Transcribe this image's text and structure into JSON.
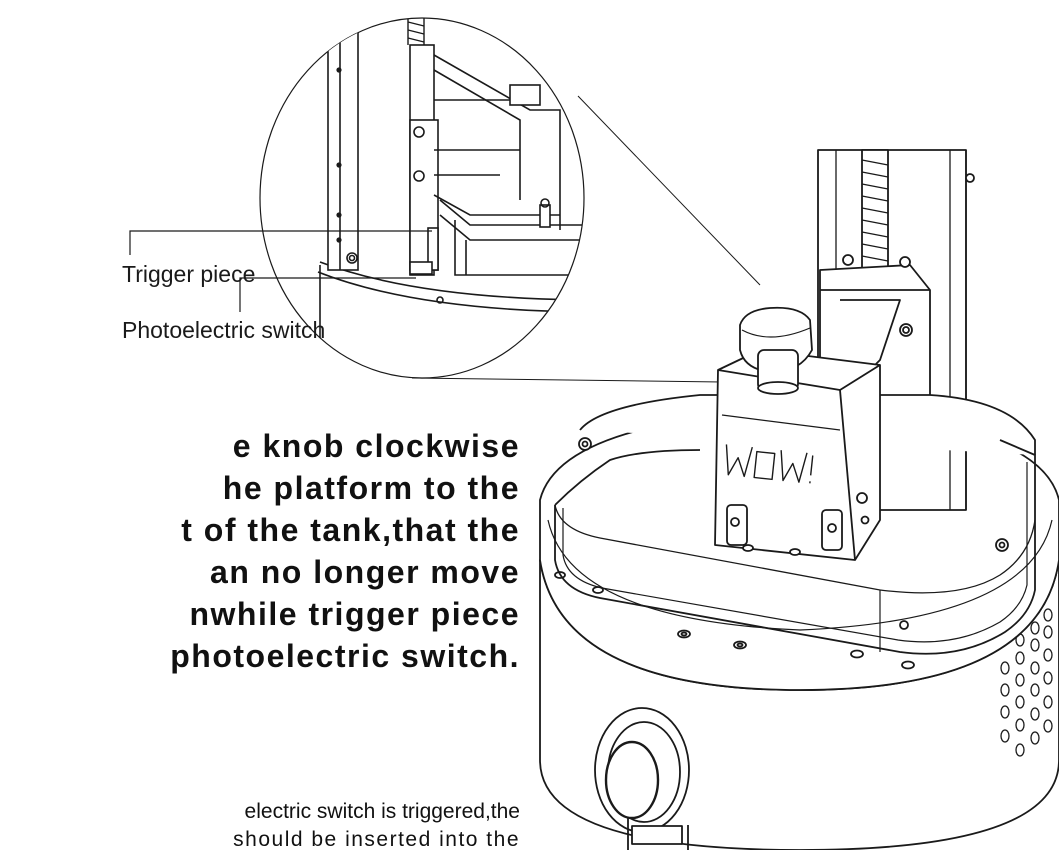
{
  "callouts": {
    "trigger_piece": "Trigger piece",
    "photoelectric_switch": "Photoelectric switch"
  },
  "instruction_lines": [
    "e knob clockwise",
    "he platform to the",
    "t of the tank,that the",
    "an no longer move",
    "nwhile trigger piece",
    "photoelectric switch."
  ],
  "note_lines": [
    "electric switch is triggered,the",
    "should be inserted into the"
  ],
  "device_logo_text": "WOW!",
  "colors": {
    "line": "#1a1a1a",
    "background": "#ffffff"
  }
}
